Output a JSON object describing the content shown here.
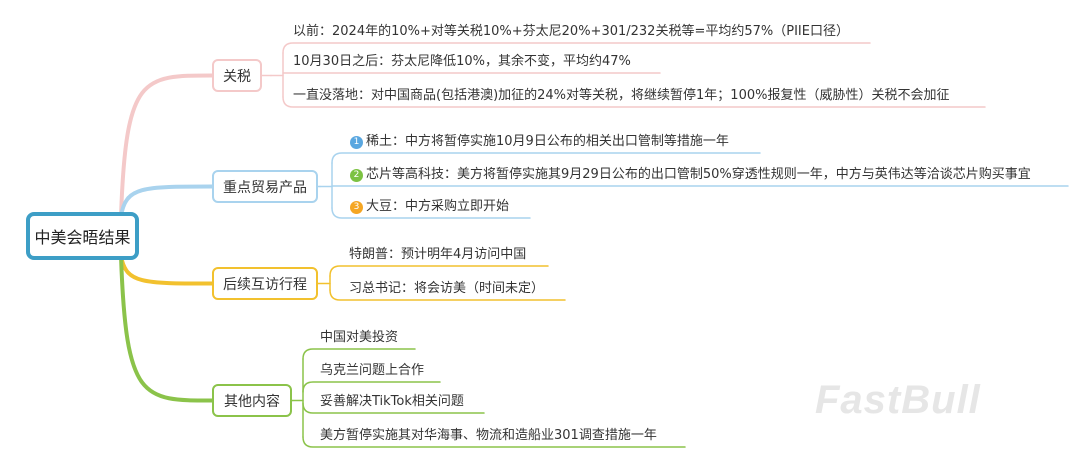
{
  "root": {
    "label": "中美会晤结果"
  },
  "branches": [
    {
      "label": "关税",
      "color": "#f4c9c9",
      "items": [
        {
          "text": "以前：2024年的10%+对等关税10%+芬太尼20%+301/232关税等=平均约57%（PIIE口径）"
        },
        {
          "text": "10月30日之后：芬太尼降低10%，其余不变，平均约47%"
        },
        {
          "text": "一直没落地：对中国商品(包括港澳)加征的24%对等关税，将继续暂停1年；100%报复性（威胁性）关税不会加征"
        }
      ]
    },
    {
      "label": "重点贸易产品",
      "color": "#a9d3ee",
      "items": [
        {
          "badge": "1",
          "badge_color": "#5aa7e0",
          "text": "稀土：中方将暂停实施10月9日公布的相关出口管制等措施一年"
        },
        {
          "badge": "2",
          "badge_color": "#7cc242",
          "text": "芯片等高科技：美方将暂停实施其9月29日公布的出口管制50%穿透性规则一年，中方与英伟达等洽谈芯片购买事宜"
        },
        {
          "badge": "3",
          "badge_color": "#f5a623",
          "text": "大豆：中方采购立即开始"
        }
      ]
    },
    {
      "label": "后续互访行程",
      "color": "#f2c12e",
      "items": [
        {
          "text": "特朗普：预计明年4月访问中国"
        },
        {
          "text": "习总书记：将会访美（时间未定）"
        }
      ]
    },
    {
      "label": "其他内容",
      "color": "#8bc34a",
      "items": [
        {
          "text": "中国对美投资"
        },
        {
          "text": "乌克兰问题上合作"
        },
        {
          "text": "妥善解决TikTok相关问题"
        },
        {
          "text": "美方暂停实施其对华海事、物流和造船业301调查措施一年"
        }
      ]
    }
  ],
  "watermark": "FastBull"
}
